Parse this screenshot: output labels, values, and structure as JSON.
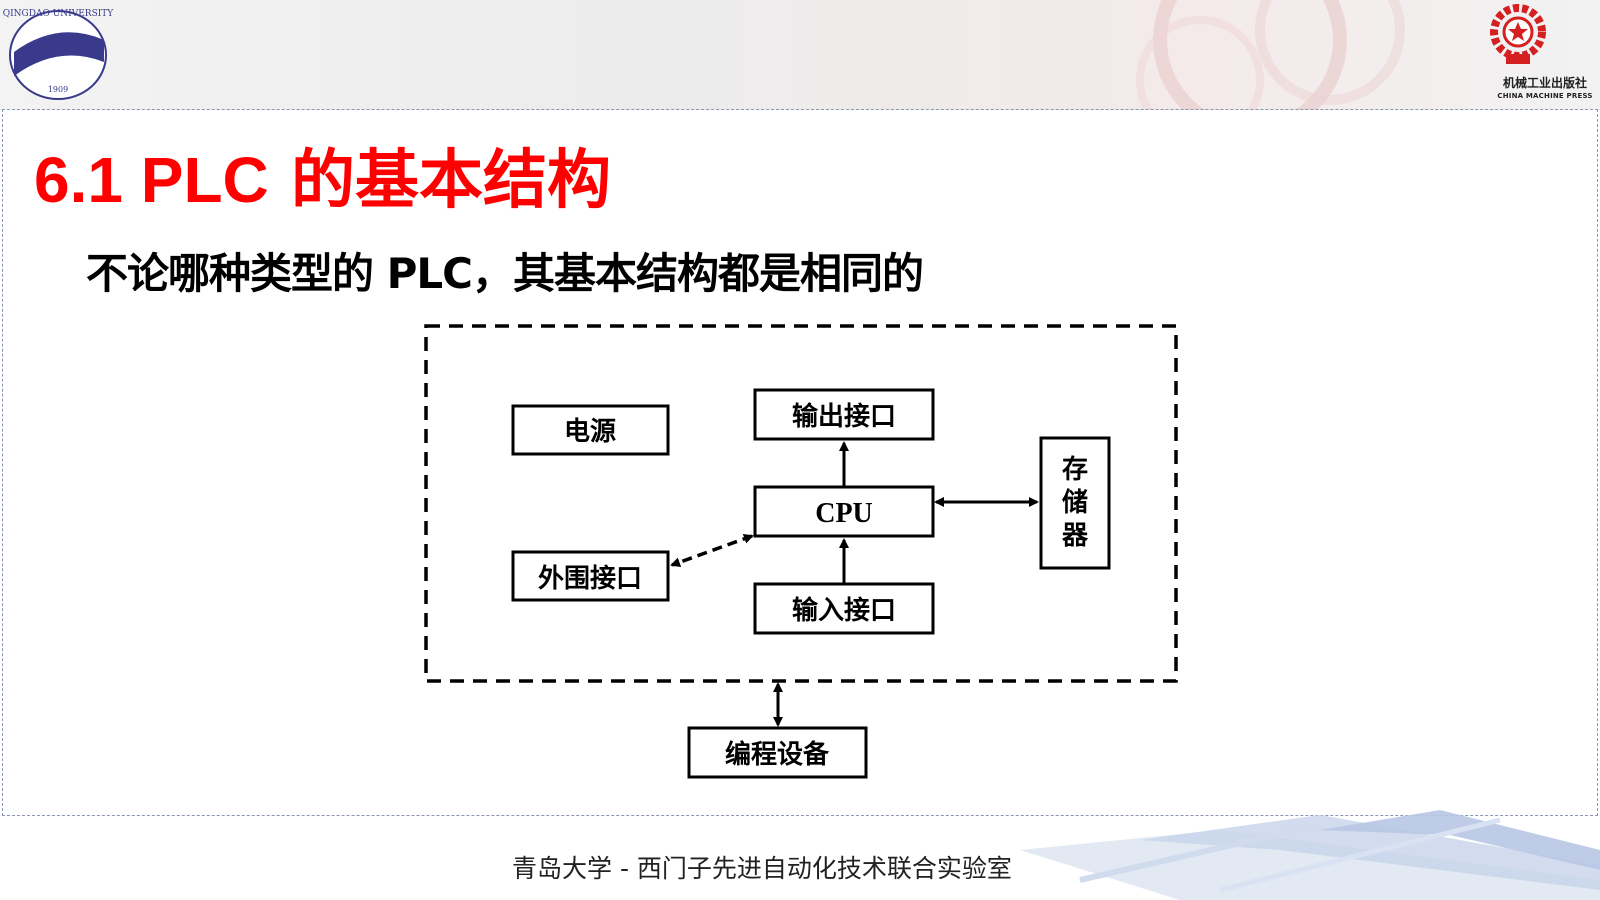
{
  "header": {
    "left_logo": {
      "icon": "qingdao-university-logo",
      "arc_text": "QINGDAO UNIVERSITY",
      "year": "1909"
    },
    "right_logo": {
      "icon": "china-machine-press-logo",
      "name": "机械工业出版社",
      "name_en": "CHINA MACHINE PRESS"
    }
  },
  "slide": {
    "title_number": "6.1 PLC",
    "title_text": "的基本结构",
    "subtitle": "不论哪种类型的 PLC，其基本结构都是相同的"
  },
  "diagram": {
    "blocks": {
      "power": "电源",
      "output_interface": "输出接口",
      "cpu": "CPU",
      "memory": "存储器",
      "peripheral_interface": "外围接口",
      "input_interface": "输入接口",
      "programming_device": "编程设备"
    }
  },
  "footer": {
    "text": "青岛大学 - 西门子先进自动化技术联合实验室"
  },
  "colors": {
    "title": "#ff0000",
    "frame": "#8a95b5",
    "logo_blue": "#3a3a8c",
    "logo_red": "#d42020"
  }
}
